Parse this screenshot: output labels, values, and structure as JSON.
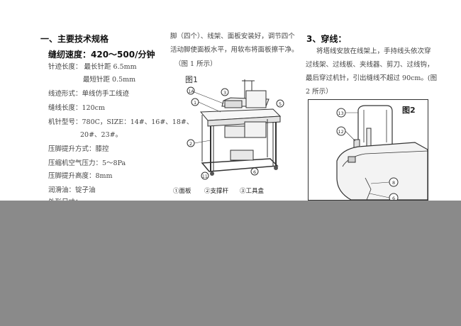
{
  "left": {
    "heading": "一、主要技术规格",
    "speed": "缝纫速度：420～500/分钟",
    "lines": [
      "针迹长度：   最长针距 6.5mm",
      "最短针距 0.5mm",
      "线迹形式：单线仿手工线迹",
      "缝线长度：120cm",
      "机针型号：780C，SIZE：14#、16#、18#、",
      "20#、23#。",
      "压脚提升方式：膝控",
      "压缩机空气压力：5～8Pa",
      "压脚提升高度：8mm",
      "润滑油：锭子油",
      "外形尺寸："
    ]
  },
  "middle": {
    "lines": [
      "脚（四个）、线架、面板安装好，调节四个",
      "活动脚使面板水平，用软布将面板擦干净。",
      "（图 1 所示）"
    ],
    "figure_label": "图1",
    "callouts": [
      "1A",
      "1",
      "2",
      "3",
      "5",
      "6",
      "11"
    ],
    "captions": [
      "①面板",
      "②支撑杆",
      "③工具盒"
    ]
  },
  "right": {
    "heading": "3、穿线：",
    "lines": [
      "将塔线安放在线架上，手持线头依次穿",
      "过线架、过线板、夹线器、剪刀、过线钩，",
      "最后穿过机针，引出缝线不超过 90cm。(图",
      "2 所示）"
    ],
    "figure_label": "图2",
    "callouts": [
      "13",
      "12",
      "8",
      "6"
    ]
  },
  "colors": {
    "bar": "#8a8a8a",
    "text": "#444444"
  }
}
